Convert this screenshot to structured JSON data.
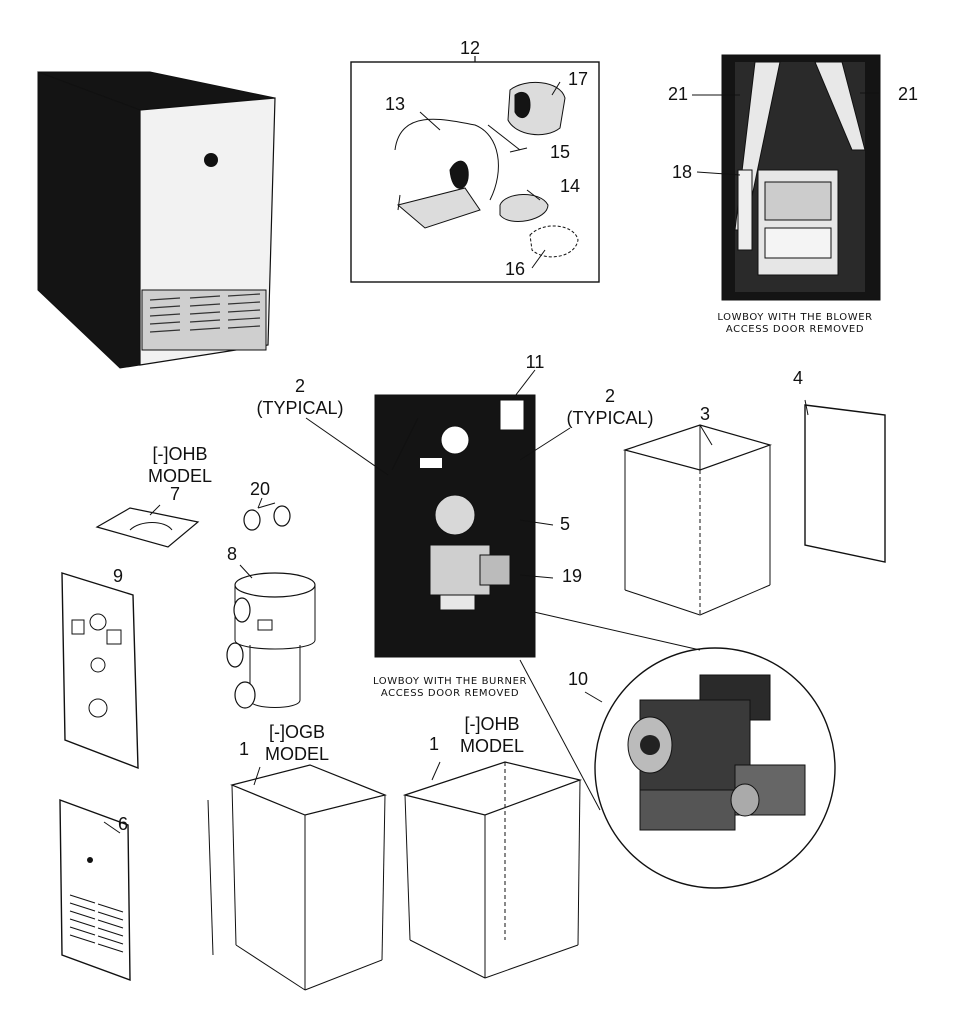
{
  "labels": {
    "p1a": "1",
    "p1b": "1",
    "p2a": "2",
    "p2a_sub": "(TYPICAL)",
    "p2b": "2",
    "p2b_sub": "(TYPICAL)",
    "p3": "3",
    "p4": "4",
    "p5": "5",
    "p6": "6",
    "p7": "7",
    "p8": "8",
    "p9": "9",
    "p10": "10",
    "p11": "11",
    "p12": "12",
    "p13": "13",
    "p14": "14",
    "p15": "15",
    "p16": "16",
    "p17": "17",
    "p18": "18",
    "p19": "19",
    "p20": "20",
    "p21a": "21",
    "p21b": "21"
  },
  "model_labels": {
    "ohb_top_1": "[-]OHB",
    "ohb_top_2": "MODEL",
    "ogb_1": "[-]OGB",
    "ogb_2": "MODEL",
    "ohb_bottom_1": "[-]OHB",
    "ohb_bottom_2": "MODEL"
  },
  "captions": {
    "blower_1": "LOWBOY WITH THE BLOWER",
    "blower_2": "ACCESS DOOR REMOVED",
    "burner_1": "LOWBOY WITH THE BURNER",
    "burner_2": "ACCESS DOOR REMOVED"
  }
}
